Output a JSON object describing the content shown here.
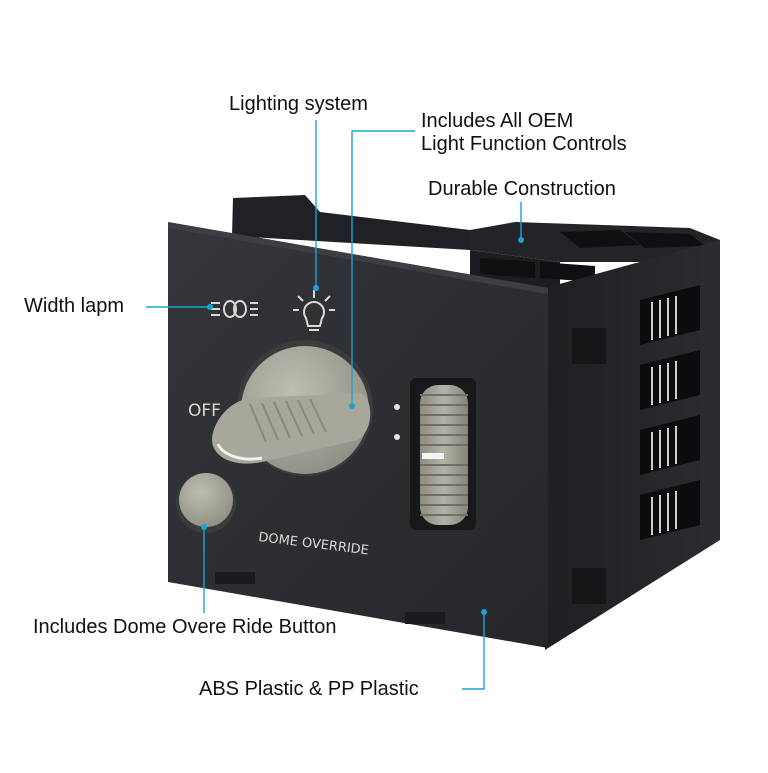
{
  "callouts": {
    "lighting_system": "Lighting system",
    "oem_line1": "Includes All OEM",
    "oem_line2": "Light Function Controls",
    "durable": "Durable Construction",
    "width_lamp": "Width lapm",
    "dome_button": "Includes Dome Overe Ride Button",
    "abs_plastic": "ABS Plastic & PP Plastic"
  },
  "panel_labels": {
    "off": "OFF",
    "dome_override": "DOME OVERRIDE"
  },
  "icons": {
    "width_lamp": "parking-lamp-icon",
    "lighting": "light-bulb-icon"
  },
  "colors": {
    "leader_line": "#1aa3d6",
    "switch_body": "#2b2d30",
    "knob": "#a9a89c"
  }
}
